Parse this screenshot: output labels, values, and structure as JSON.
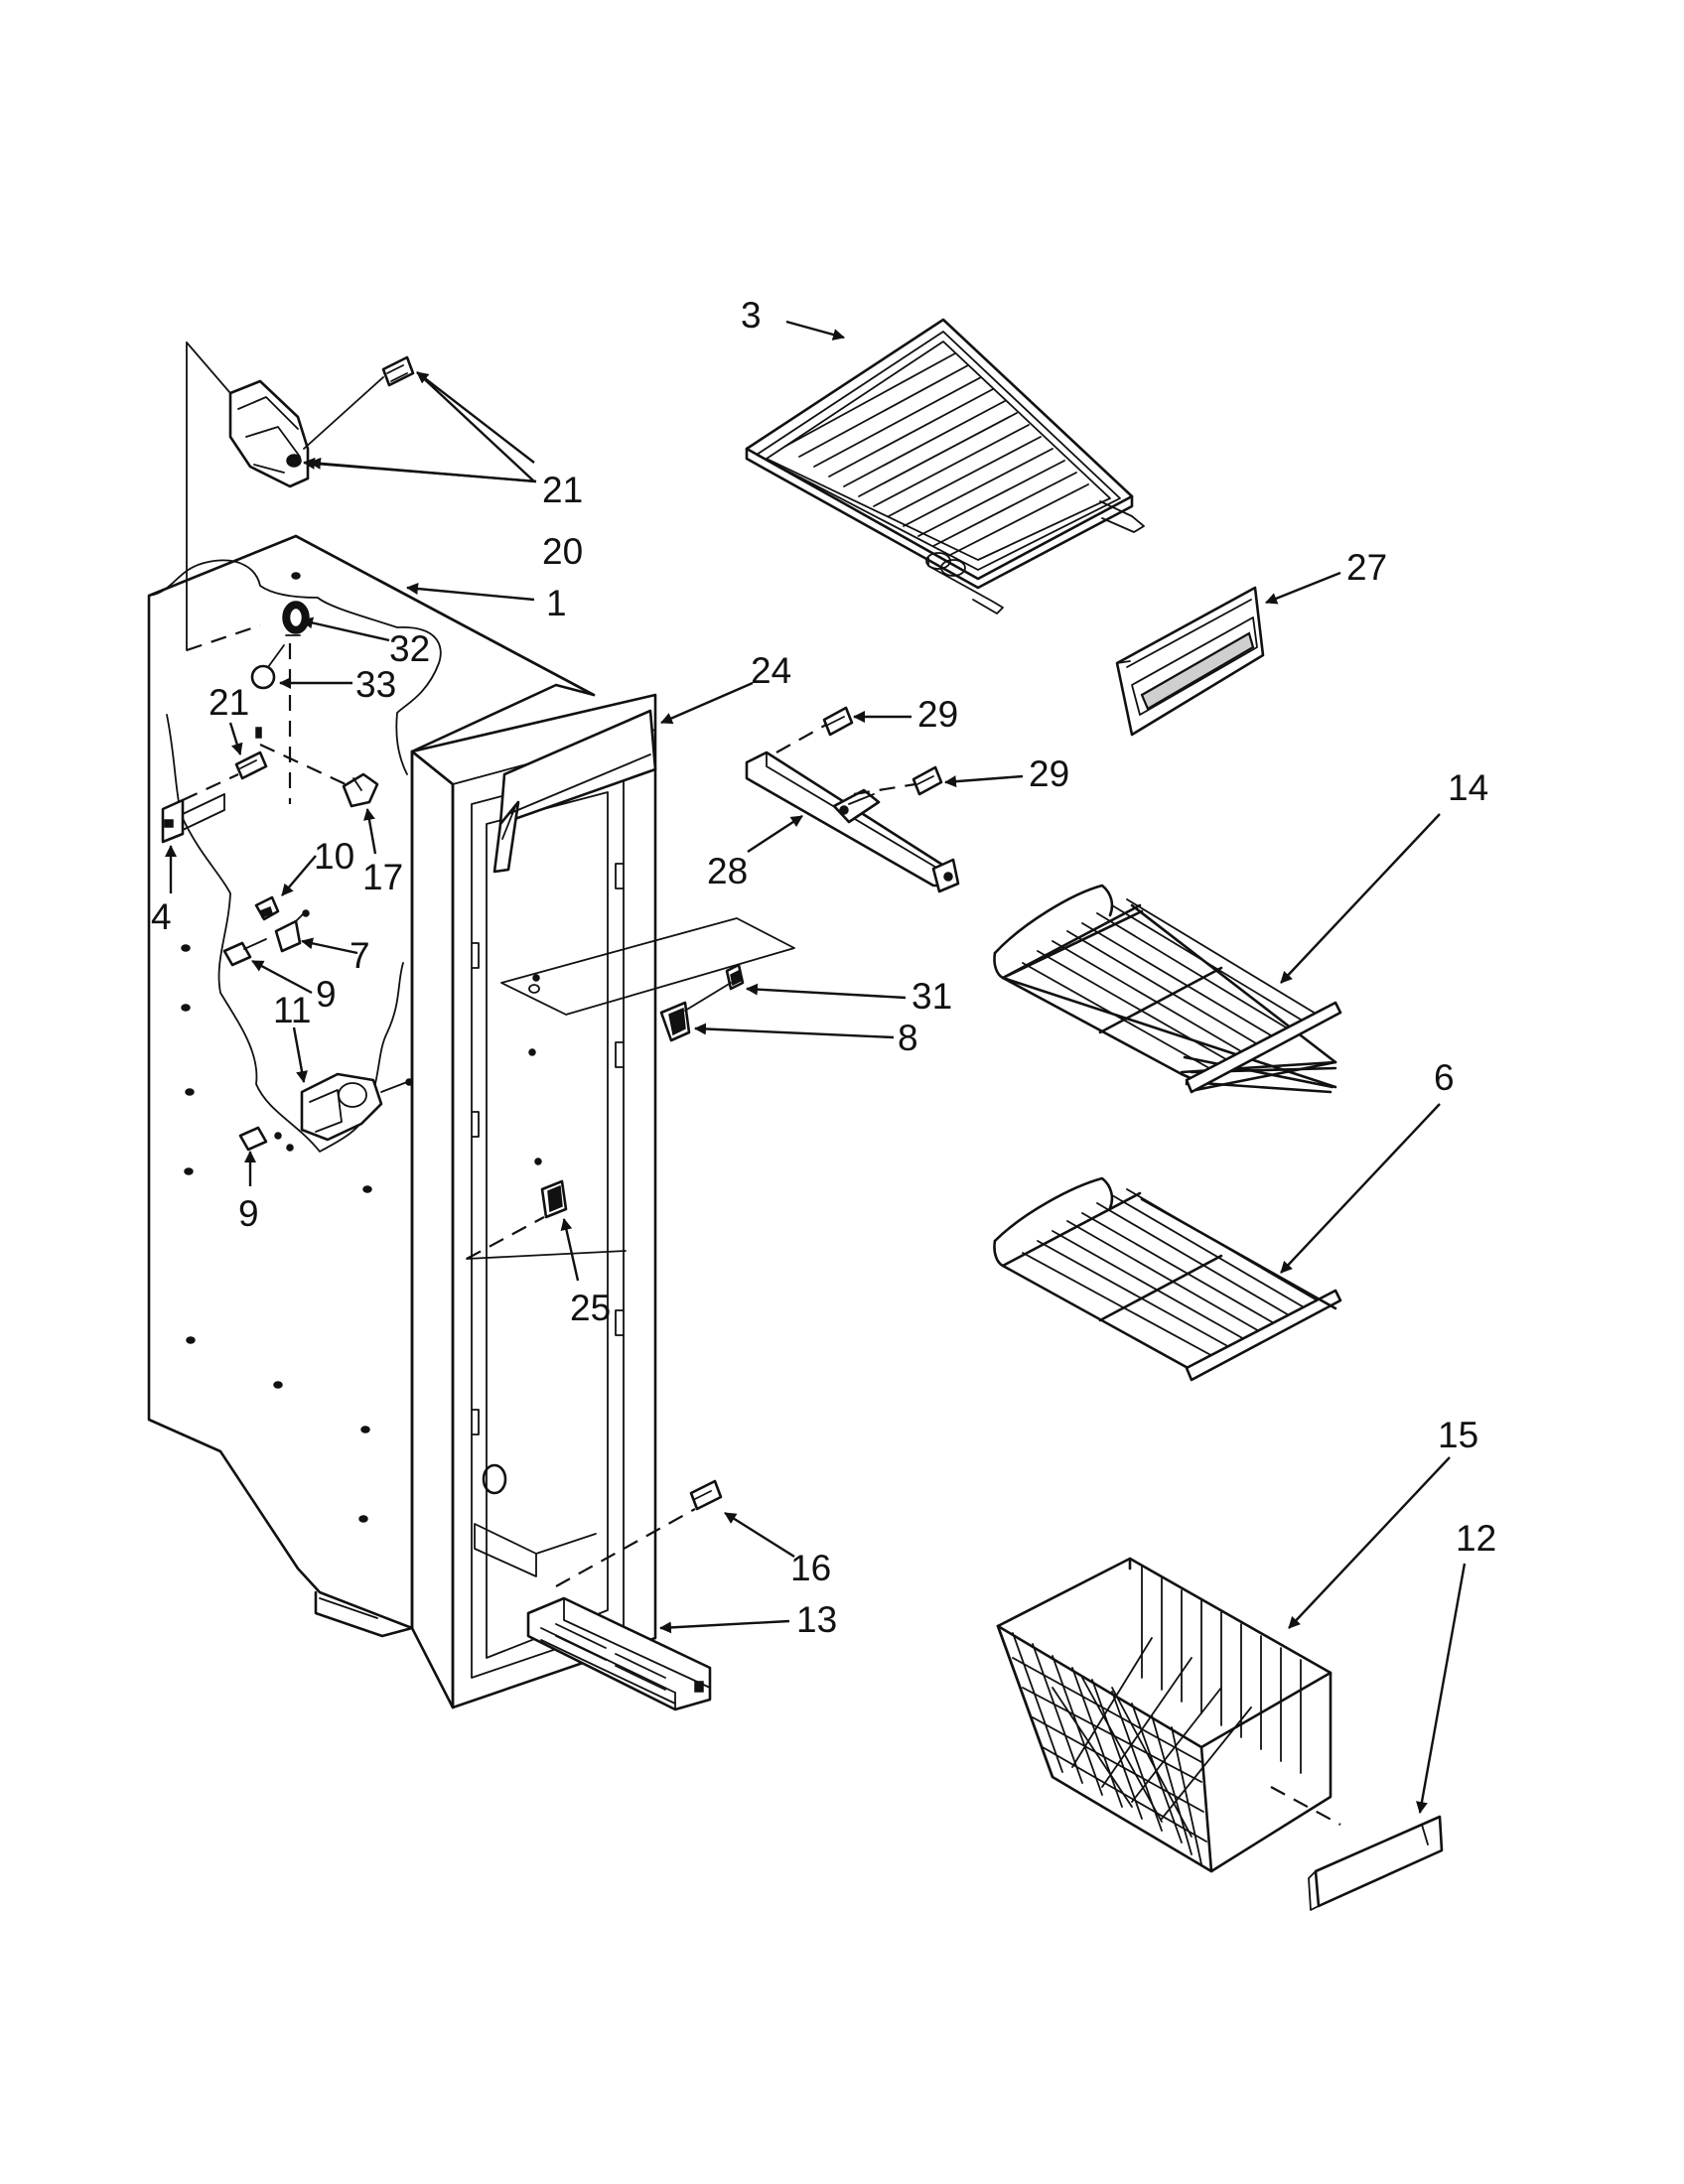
{
  "callouts": [
    {
      "id": "c1",
      "text": "1"
    },
    {
      "id": "c3",
      "text": "3"
    },
    {
      "id": "c4",
      "text": "4"
    },
    {
      "id": "c6",
      "text": "6"
    },
    {
      "id": "c7",
      "text": "7"
    },
    {
      "id": "c8",
      "text": "8"
    },
    {
      "id": "c9a",
      "text": "9"
    },
    {
      "id": "c9b",
      "text": "9"
    },
    {
      "id": "c10",
      "text": "10"
    },
    {
      "id": "c11",
      "text": "11"
    },
    {
      "id": "c12",
      "text": "12"
    },
    {
      "id": "c13",
      "text": "13"
    },
    {
      "id": "c14",
      "text": "14"
    },
    {
      "id": "c15",
      "text": "15"
    },
    {
      "id": "c16",
      "text": "16"
    },
    {
      "id": "c17",
      "text": "17"
    },
    {
      "id": "c20",
      "text": "20"
    },
    {
      "id": "c21a",
      "text": "21"
    },
    {
      "id": "c21b",
      "text": "21"
    },
    {
      "id": "c24",
      "text": "24"
    },
    {
      "id": "c25",
      "text": "25"
    },
    {
      "id": "c27",
      "text": "27"
    },
    {
      "id": "c28",
      "text": "28"
    },
    {
      "id": "c29a",
      "text": "29"
    },
    {
      "id": "c29b",
      "text": "29"
    },
    {
      "id": "c31",
      "text": "31"
    },
    {
      "id": "c32",
      "text": "32"
    },
    {
      "id": "c33",
      "text": "33"
    }
  ]
}
